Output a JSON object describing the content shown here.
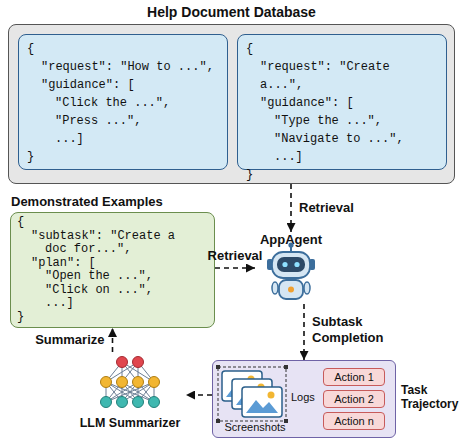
{
  "diagram": {
    "nodes": [
      {
        "text": [
          "Help Document Database"
        ]
      },
      {
        "text": [
          "{",
          "\"request\": \"How to ...\",",
          "\"guidance\": [",
          "\"Click the ...\",",
          "\"Press ...\",",
          "...]",
          "}"
        ],
        "in": 0
      },
      {
        "text": [
          "{",
          "\"request\": \"Create a...\",",
          "\"guidance\": [",
          "\"Type the ...\",",
          "\"Navigate to ...\",",
          "...]",
          "}"
        ],
        "in": 0
      },
      {
        "text": [
          "AppAgent"
        ]
      },
      {
        "text": [
          "Demonstrated Examples",
          "{",
          "\"subtask\": \"Create a doc for...\",",
          "\"plan\": [",
          "\"Open the ...\",",
          "\"Click on ...\",",
          "...]",
          "}"
        ]
      },
      {
        "text": [
          "Task Trajectory",
          "Screenshots",
          "Logs"
        ]
      },
      {
        "text": [
          "Action 1"
        ],
        "in": 5
      },
      {
        "text": [
          "Action 2"
        ],
        "in": 5
      },
      {
        "text": [
          "Action n"
        ],
        "in": 5
      },
      {
        "text": [
          "LLM Summarizer"
        ]
      }
    ],
    "edges": [
      {
        "from": 0,
        "to": 3,
        "label": "Retrieval",
        "arrow": "to"
      },
      {
        "from": 4,
        "to": 3,
        "label": "Retrieval",
        "arrow": "to"
      },
      {
        "from": 3,
        "to": 5,
        "label": "Subtask Completion",
        "arrow": "to"
      },
      {
        "from": 5,
        "to": 9,
        "arrow": "to"
      },
      {
        "from": 9,
        "to": 4,
        "label": "Summarize",
        "arrow": "to"
      }
    ]
  }
}
